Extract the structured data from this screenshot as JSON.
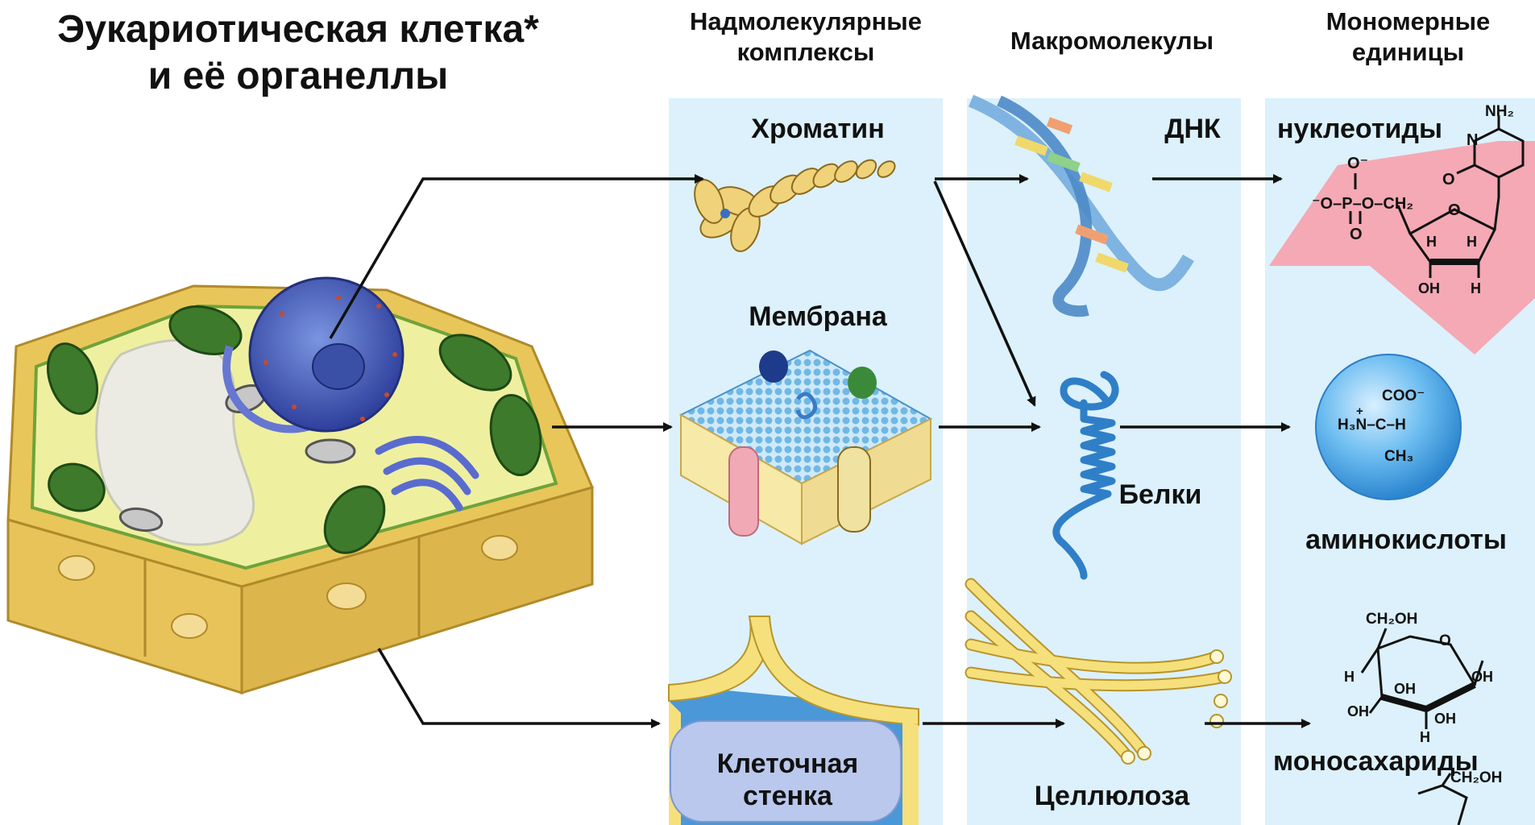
{
  "title": {
    "line1": "Эукариотическая клетка*",
    "line2": "и её органеллы"
  },
  "columns": {
    "supramolecular": {
      "line1": "Надмолекулярные",
      "line2": "комплексы"
    },
    "macromolecules": "Макромолекулы",
    "monomers": {
      "line1": "Мономерные",
      "line2": "единицы"
    }
  },
  "labels": {
    "chromatin": "Хроматин",
    "membrane": "Мембрана",
    "cell_wall": {
      "line1": "Клеточная",
      "line2": "стенка"
    },
    "dna": "ДНК",
    "proteins": "Белки",
    "cellulose": "Целлюлоза",
    "nucleotides": "нуклеотиды",
    "amino_acids": "аминокислоты",
    "monosaccharides": "моносахариды"
  },
  "chem": {
    "nh2": "NH₂",
    "o_minus": "O⁻",
    "phosphate_row": "⁻O–P–O–CH₂",
    "o_double": "O",
    "o_ring": "O",
    "n": "N",
    "h": "H",
    "oh": "OH",
    "coo": "COO⁻",
    "h3n": "H₃N–C–H",
    "plus": "+",
    "ch3": "CH₃",
    "ch2oh": "CH₂OH"
  },
  "colors": {
    "panel_blue": "#dcf1fb",
    "nucleotide_pink": "#f4a9b5",
    "amino_sphere": "#5fb3ea",
    "cell_wall_yellow": "#e9c65a",
    "membrane_blue": "#7ec3ea",
    "dna_blue": "#6ea8dc",
    "protein_blue": "#2f7fc8",
    "cellulose_yellow": "#f6e07c"
  }
}
